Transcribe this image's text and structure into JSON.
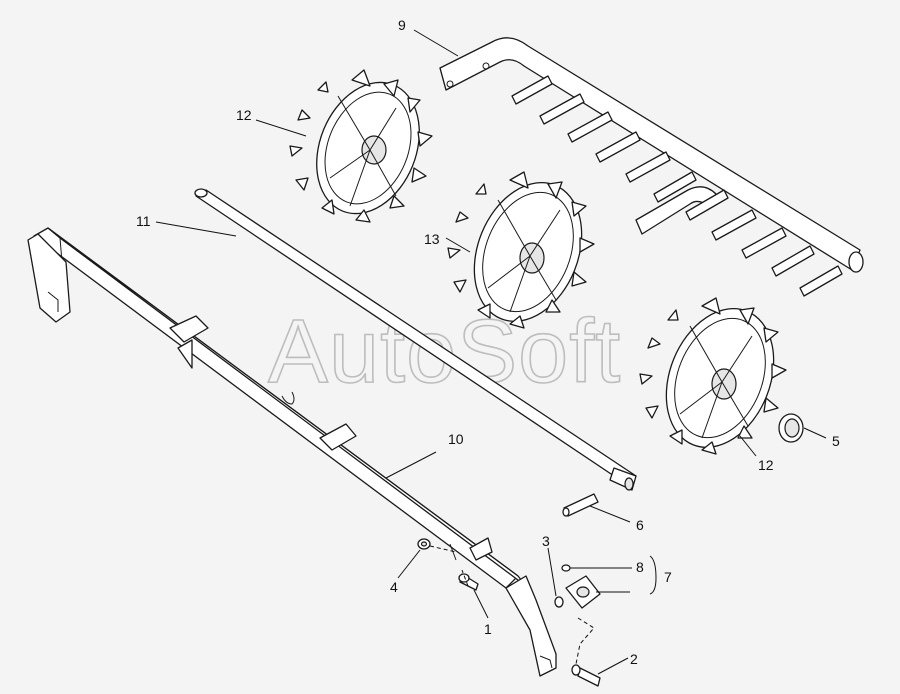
{
  "watermark": "AutoSoft",
  "callouts": {
    "c1": "1",
    "c2": "2",
    "c3": "3",
    "c4": "4",
    "c5": "5",
    "c6": "6",
    "c7": "7",
    "c8": "8",
    "c9": "9",
    "c10": "10",
    "c11": "11",
    "c12a": "12",
    "c12b": "12",
    "c13": "13"
  }
}
